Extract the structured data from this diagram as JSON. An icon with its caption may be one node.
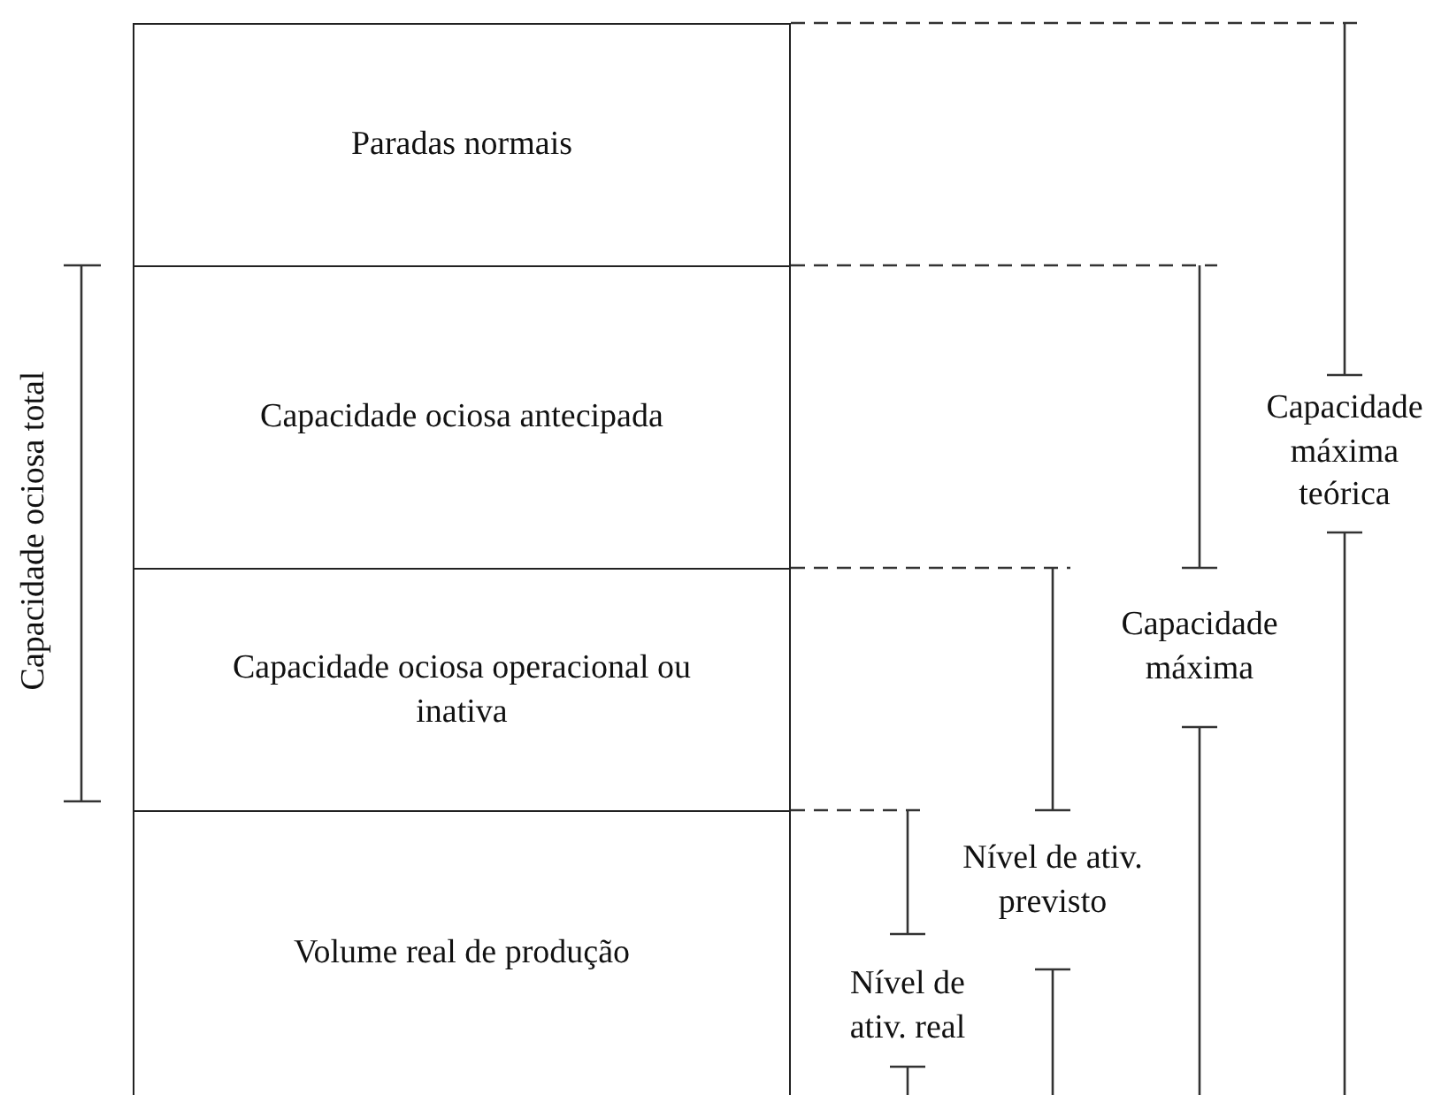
{
  "diagram": {
    "nodes": [
      {
        "text": [
          "Paradas normais"
        ]
      },
      {
        "text": [
          "Capacidade ociosa antecipada"
        ]
      },
      {
        "text": [
          "Capacidade ociosa operacional ou inativa"
        ]
      },
      {
        "text": [
          "Volume real de produção"
        ]
      }
    ],
    "labels": [
      "Capacidade ociosa total",
      "Capacidade máxima teórica",
      "Capacidade máxima",
      "Nível de ativ. previsto",
      "Nível de ativ. real"
    ]
  }
}
